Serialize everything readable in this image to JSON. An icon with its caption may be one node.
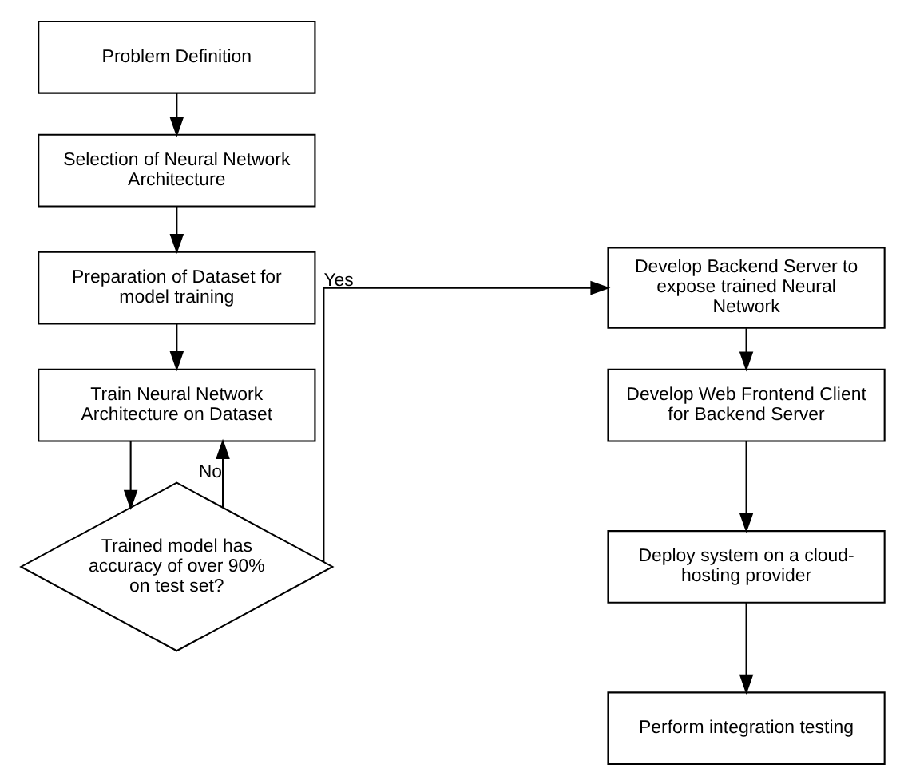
{
  "diagram": {
    "nodes": [
      {
        "text": [
          "Problem Definition"
        ]
      },
      {
        "text": [
          "Selection of Neural Network Architecture"
        ]
      },
      {
        "text": [
          "Preparation of Dataset for model training"
        ]
      },
      {
        "text": [
          "Train Neural Network Architecture on Dataset"
        ]
      },
      {
        "text": [
          "Trained model has accuracy of over 90% on test set?"
        ]
      },
      {
        "text": [
          "Develop Backend Server to expose trained Neural Network"
        ]
      },
      {
        "text": [
          "Develop Web Frontend Client for Backend Server"
        ]
      },
      {
        "text": [
          "Deploy system on a cloud-hosting provider"
        ]
      },
      {
        "text": [
          "Perform integration testing"
        ]
      }
    ],
    "edges": [
      {
        "from": 0,
        "to": 1,
        "arrow": "to"
      },
      {
        "from": 1,
        "to": 2,
        "arrow": "to"
      },
      {
        "from": 2,
        "to": 3,
        "arrow": "to"
      },
      {
        "from": 3,
        "to": 4,
        "arrow": "to"
      },
      {
        "from": 4,
        "to": 3,
        "arrow": "to",
        "label": "No"
      },
      {
        "from": 4,
        "to": 5,
        "arrow": "to",
        "label": "Yes"
      },
      {
        "from": 5,
        "to": 6,
        "arrow": "to"
      },
      {
        "from": 6,
        "to": 7,
        "arrow": "to"
      },
      {
        "from": 7,
        "to": 8,
        "arrow": "to"
      }
    ]
  }
}
